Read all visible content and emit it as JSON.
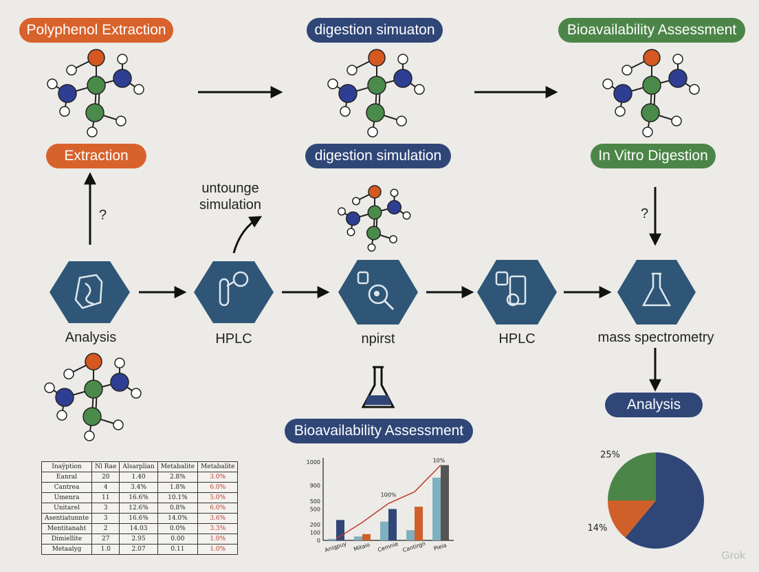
{
  "pills": {
    "top_left": "Polyphenol Extraction",
    "top_center": "digestion simuaton",
    "top_right": "Bioavailability Assessment",
    "mid_left": "Extraction",
    "mid_center": "digestion simulation",
    "mid_right": "In Vitro Digestion",
    "bottom_center": "Bioavailability Assessment",
    "bottom_right": "Analysis"
  },
  "labels": {
    "question_left": "?",
    "question_right": "?",
    "curve_note": "untounge\nsimulation"
  },
  "steps": [
    {
      "label": "Analysis",
      "icon": "map-icon"
    },
    {
      "label": "HPLC",
      "icon": "test-tube-icon"
    },
    {
      "label": "npirst",
      "icon": "magnifier-icon"
    },
    {
      "label": "HPLC",
      "icon": "lab-equipment-icon"
    },
    {
      "label": "mass spectrometry",
      "icon": "flask-icon"
    }
  ],
  "colors": {
    "orange": "#d8622b",
    "navy": "#2f4677",
    "green": "#4c8548",
    "hexagon": "#2f5676",
    "atom_orange": "#d4581f",
    "atom_blue": "#2e3f93",
    "atom_green": "#4a8a4a"
  },
  "table": {
    "headers": [
      "Inaÿption",
      "Nl Rae",
      "Alsarplian",
      "Metabalite",
      "Metabalite"
    ],
    "rows": [
      [
        "Eanral",
        "20",
        "1.40",
        "2.8%",
        "3.0%"
      ],
      [
        "Cantrea",
        "4",
        "3.4%",
        "1.8%",
        "6.0%"
      ],
      [
        "Umenra",
        "11",
        "16.6%",
        "10.1%",
        "5.0%"
      ],
      [
        "Unitarel",
        "3",
        "12.6%",
        "0.8%",
        "6.0%"
      ],
      [
        "Asentiatunnte",
        "3",
        "16.6%",
        "14.0%",
        "3.6%"
      ],
      [
        "Mentitanaht",
        "2",
        "14.03",
        "0.0%",
        "3.3%"
      ],
      [
        "Dimiellite",
        "27",
        "2.95",
        "0.00",
        "1.0%"
      ],
      [
        "Metaalyg",
        "1.0",
        "2.07",
        "0.11",
        "1.0%"
      ]
    ]
  },
  "chart_data": [
    {
      "type": "bar",
      "categories": [
        "Anigpuy",
        "Mitaio",
        "Cemnie",
        "Cantirgn",
        "Pieia"
      ],
      "series": [
        {
          "values": [
            20,
            50,
            240,
            130,
            800
          ]
        },
        {
          "values": [
            260,
            80,
            400,
            430,
            960
          ]
        }
      ],
      "line_values": [
        20,
        230,
        470,
        620,
        960
      ],
      "annotations": [
        "10%",
        "100%"
      ],
      "ytick_labels": [
        "0",
        "100",
        "200",
        "500",
        "500",
        "900",
        "1000"
      ],
      "ylim": [
        0,
        1000
      ]
    },
    {
      "type": "pie",
      "slices": [
        {
          "value": 61,
          "color": "#2f4677"
        },
        {
          "value": 14,
          "label": "14%",
          "color": "#d0602a"
        },
        {
          "value": 25,
          "label": "25%",
          "color": "#4c8548"
        }
      ]
    }
  ],
  "watermark": "Grok"
}
